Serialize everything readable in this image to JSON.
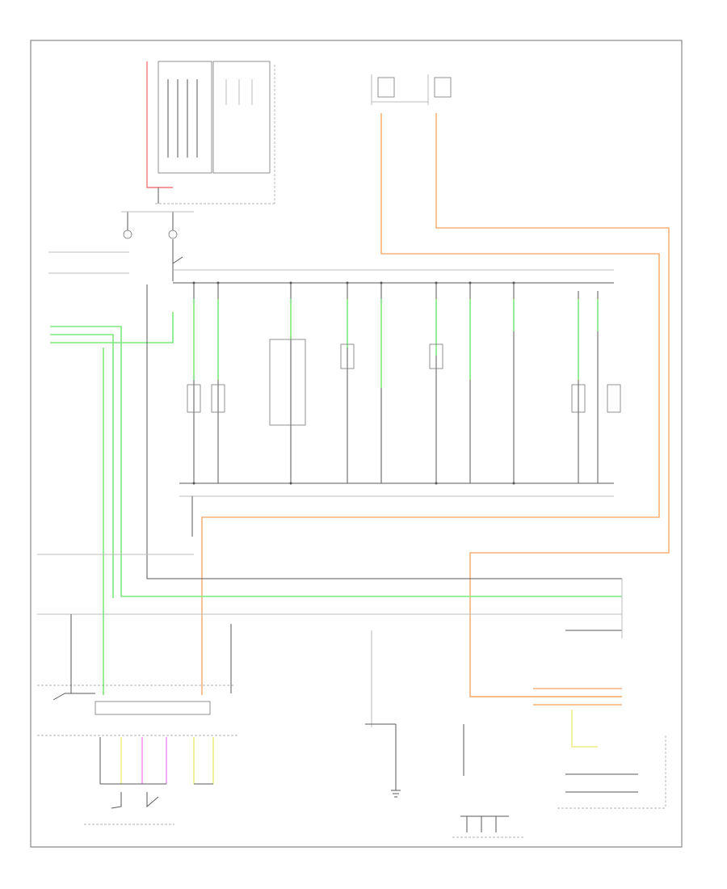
{
  "diagram": {
    "footer_code": "",
    "colors": {
      "black_wire": "#5a5a5a",
      "green_wire": "#7ee87e",
      "orange_wire": "#f6b27a",
      "red_wire": "#f07a7a",
      "yellow_wire": "#eeee88",
      "pink_wire": "#f098f0",
      "frame": "#888888"
    },
    "components": [
      {
        "id": "combination-meter-module",
        "label": ""
      },
      {
        "id": "ground-top-left",
        "label": ""
      },
      {
        "id": "ignition-switch",
        "label": ""
      },
      {
        "id": "fuse-block",
        "label": ""
      },
      {
        "id": "instrument-cluster",
        "label": ""
      },
      {
        "id": "cluster-harness",
        "label": ""
      },
      {
        "id": "ground-center",
        "label": ""
      },
      {
        "id": "module-bottom-right",
        "label": ""
      }
    ]
  }
}
